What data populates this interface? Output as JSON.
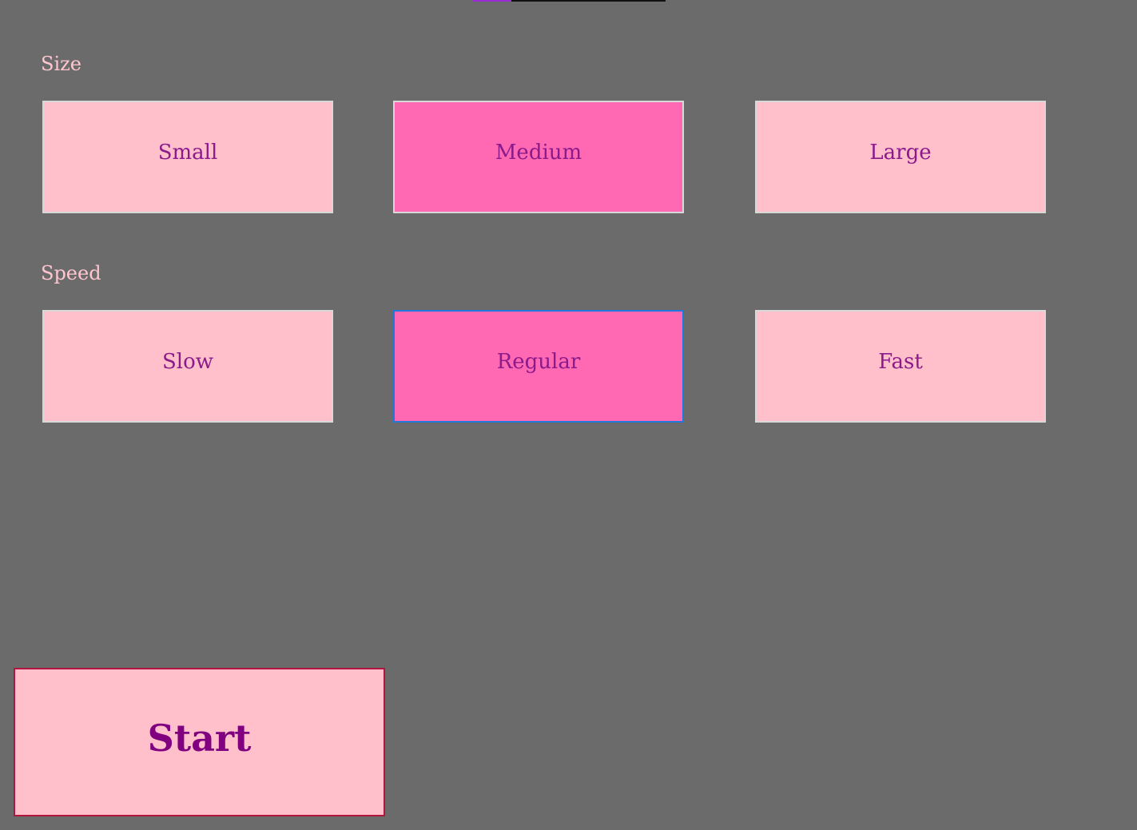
{
  "progress": {
    "fraction": 0.2,
    "colors": {
      "fill": "#9b2bd6",
      "track": "#111111"
    }
  },
  "size": {
    "label": "Size",
    "options": [
      "Small",
      "Medium",
      "Large"
    ],
    "selected": "Medium"
  },
  "speed": {
    "label": "Speed",
    "options": [
      "Slow",
      "Regular",
      "Fast"
    ],
    "selected": "Regular",
    "focused": "Regular"
  },
  "start": {
    "label": "Start"
  },
  "colors": {
    "background": "#6b6b6b",
    "option": "#ffc0cb",
    "option_selected": "#ff69b4",
    "option_text": "#8b1a8b",
    "label_text": "#ffc6d0",
    "focus_border": "#2277dd",
    "start_border": "#b2153e",
    "start_text": "#800080"
  }
}
